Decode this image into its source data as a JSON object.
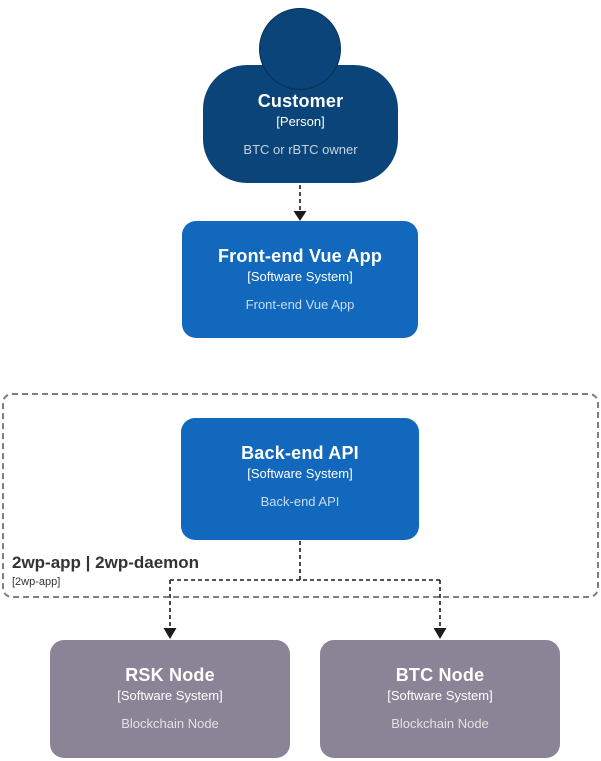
{
  "diagram": {
    "kind": "c4-context-diagram",
    "colors": {
      "person_fill": "#0b4478",
      "software_system_fill": "#1168bd",
      "external_node_fill": "#8b8496",
      "boundary_border": "#7f7f7f",
      "arrow": "#1c1c1c",
      "text_primary": "#ffffff",
      "boundary_text": "#333333",
      "background": "#ffffff"
    },
    "customer": {
      "title": "Customer",
      "meta": "[Person]",
      "description": "BTC or rBTC owner"
    },
    "frontend": {
      "title": "Front-end Vue App",
      "meta": "[Software System]",
      "description": "Front-end Vue App"
    },
    "boundary": {
      "title": "2wp-app | 2wp-daemon",
      "meta": "[2wp-app]"
    },
    "backend": {
      "title": "Back-end API",
      "meta": "[Software System]",
      "description": "Back-end API"
    },
    "rsk": {
      "title": "RSK Node",
      "meta": "[Software System]",
      "description": "Blockchain Node"
    },
    "btc": {
      "title": "BTC Node",
      "meta": "[Software System]",
      "description": "Blockchain Node"
    },
    "relationships": [
      {
        "from": "Customer",
        "to": "Front-end Vue App",
        "style": "dashed-arrow"
      },
      {
        "from": "Back-end API",
        "to": "RSK Node",
        "style": "dashed-arrow"
      },
      {
        "from": "Back-end API",
        "to": "BTC Node",
        "style": "dashed-arrow"
      }
    ]
  }
}
